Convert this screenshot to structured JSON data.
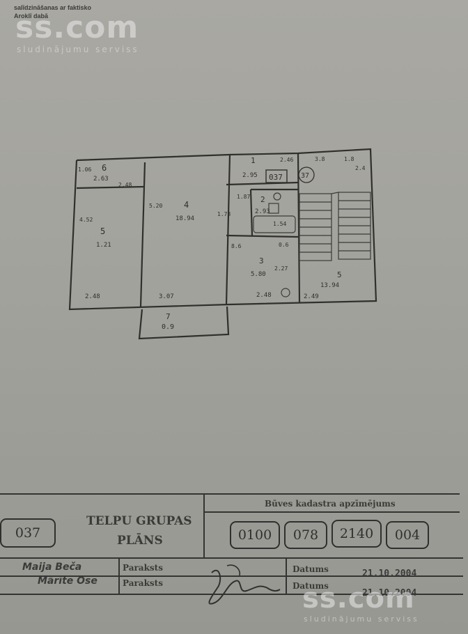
{
  "header_notes": [
    "salīdzināšanas ar faktisko",
    "Aroklī dabā"
  ],
  "watermark": {
    "logo": "ss.com",
    "sub": "sludinājumu serviss"
  },
  "plan": {
    "rooms": [
      {
        "num": "6",
        "area": "2.63"
      },
      {
        "num": "5",
        "area": "1.21"
      },
      {
        "num": "4",
        "area": "18.94"
      },
      {
        "num": "1",
        "area": "2.95"
      },
      {
        "num": "2",
        "area": "2.93"
      },
      {
        "num": "3",
        "area": "5.80"
      },
      {
        "num": "5",
        "area": "13.94"
      },
      {
        "num": "7",
        "area": "0.9"
      }
    ],
    "dims": [
      "1.06",
      "2.48",
      "4.52",
      "2.48",
      "3.07",
      "5.20",
      "1.73",
      "2.46",
      "1.87",
      "1.54",
      "8.6",
      "2.27",
      "2.48",
      "2.49",
      "3.8",
      "2.4",
      "1.8",
      "0.6"
    ],
    "stamp": "037",
    "circle_mark": "37"
  },
  "title_block": {
    "group_num": "037",
    "title_line1": "TELPU GRUPAS",
    "title_line2": "PLĀNS",
    "cadastre_label": "Būves kadastra apzīmējums",
    "cadastre_codes": [
      "0100",
      "078",
      "2140",
      "004"
    ],
    "people": [
      {
        "name": "Maija Beča",
        "label": "Paraksts",
        "date_label": "Datums",
        "date": "21.10.2004"
      },
      {
        "name": "Mārīte Ose",
        "label": "Paraksts",
        "date_label": "Datums",
        "date": "21.10.2004"
      }
    ]
  }
}
